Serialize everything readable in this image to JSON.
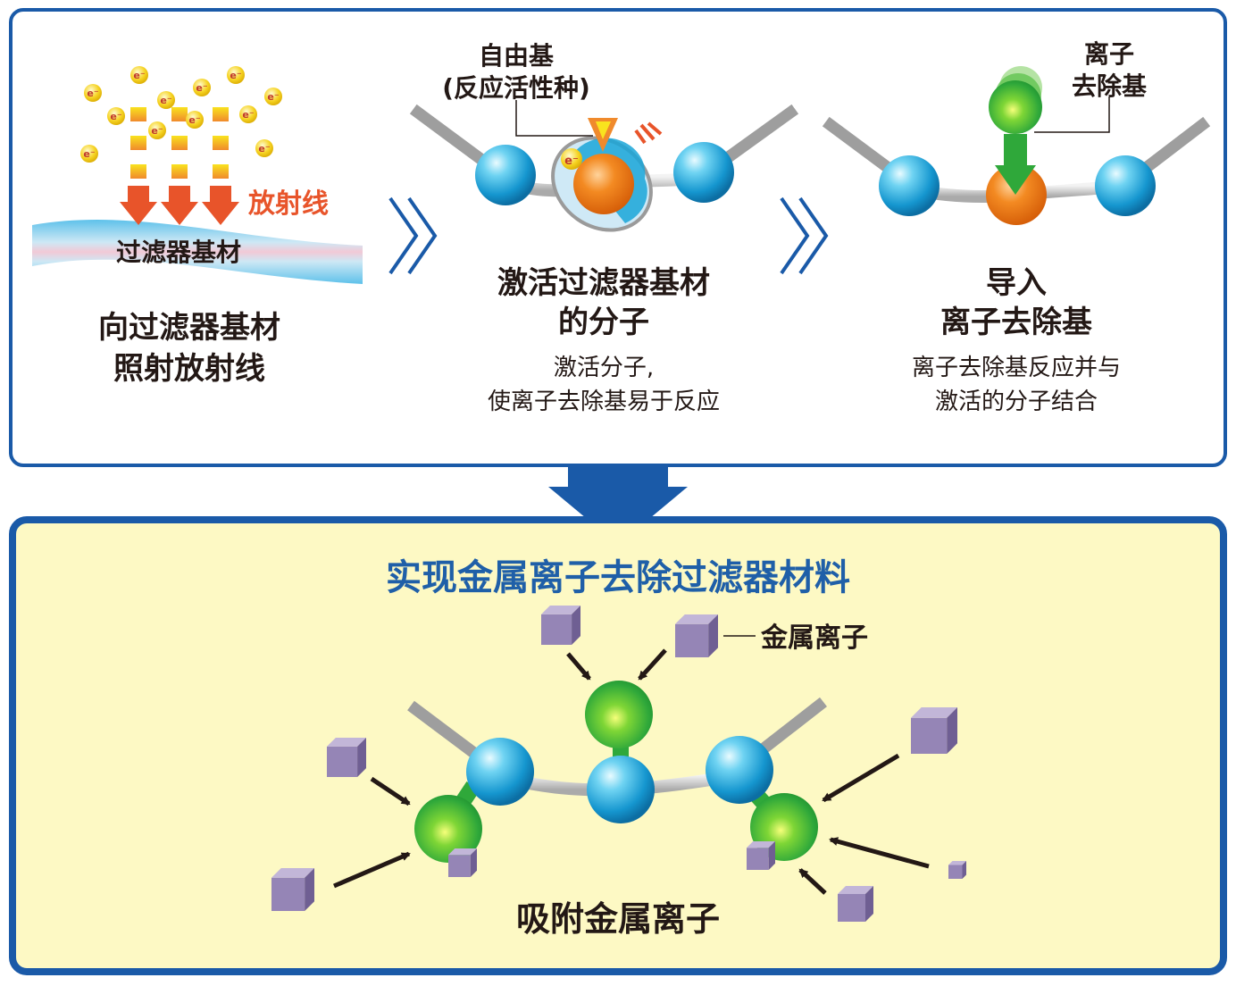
{
  "top_panel": {
    "step1": {
      "electron_symbol": "e⁻",
      "radiation_label": "放射线",
      "substrate_label": "过滤器基材",
      "title_line1": "向过滤器基材",
      "title_line2": "照射放射线"
    },
    "step2": {
      "radical_label_line1": "自由基",
      "radical_label_line2": "(反应活性种)",
      "title_line1": "激活过滤器基材",
      "title_line2": "的分子",
      "desc_line1": "激活分子,",
      "desc_line2": "使离子去除基易于反应"
    },
    "step3": {
      "ion_group_label_line1": "离子",
      "ion_group_label_line2": "去除基",
      "title_line1": "导入",
      "title_line2": "离子去除基",
      "desc_line1": "离子去除基反应并与",
      "desc_line2": "激活的分子结合"
    }
  },
  "bottom_panel": {
    "headline": "实现金属离子去除过滤器材料",
    "metal_ion_label": "金属离子",
    "caption": "吸附金属离子"
  },
  "colors": {
    "frame_blue": "#1a5aa8",
    "headline_blue": "#1f5fa8",
    "panel_yellow": "#fdf9c4",
    "radiation_orange": "#e8542a",
    "cyan_atom": "#1aa6d8",
    "orange_atom": "#ef7a14",
    "green_atom": "#3db53a",
    "metal_cube": "#8e7cae"
  }
}
